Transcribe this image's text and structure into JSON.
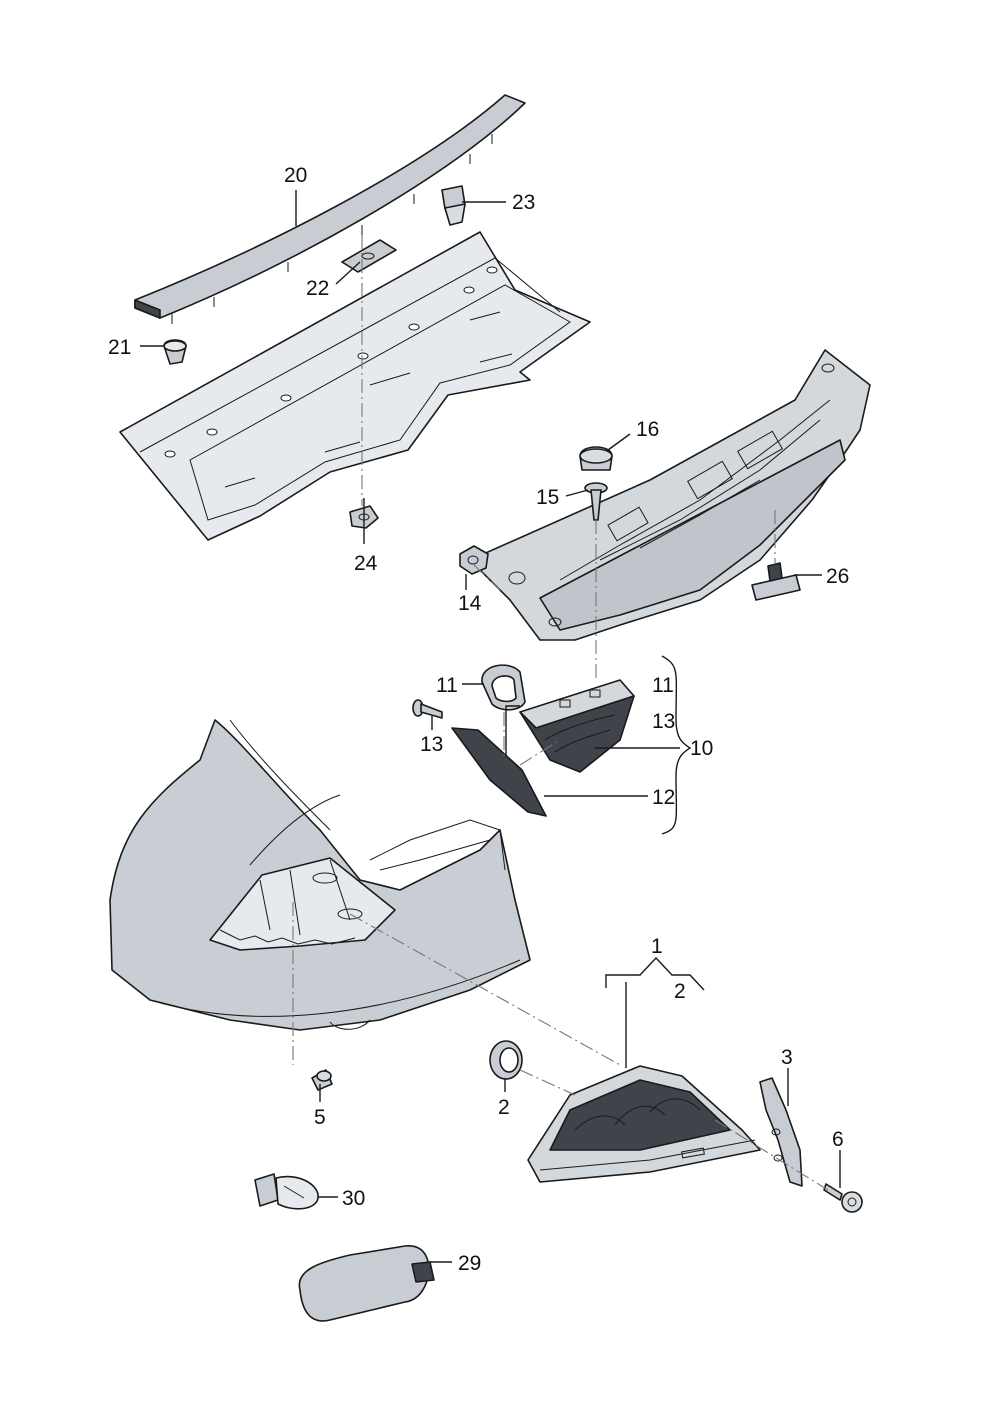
{
  "diagram": {
    "labels": {
      "l1": "1",
      "l2a": "2",
      "l2b": "2",
      "l3": "3",
      "l5": "5",
      "l6": "6",
      "l10": "10",
      "l11a": "11",
      "l11b": "11",
      "l12": "12",
      "l13a": "13",
      "l13b": "13",
      "l14": "14",
      "l15": "15",
      "l16": "16",
      "l20": "20",
      "l21": "21",
      "l22": "22",
      "l23": "23",
      "l24": "24",
      "l26": "26",
      "l29": "29",
      "l30": "30"
    },
    "colors": {
      "part_fill": "#d3d8dd",
      "part_dark": "#3e444a",
      "body_fill": "#c9ced4",
      "shelf_fill": "#e6eaee",
      "line": "#1a1a1a",
      "leader_dash": "#777777"
    }
  }
}
